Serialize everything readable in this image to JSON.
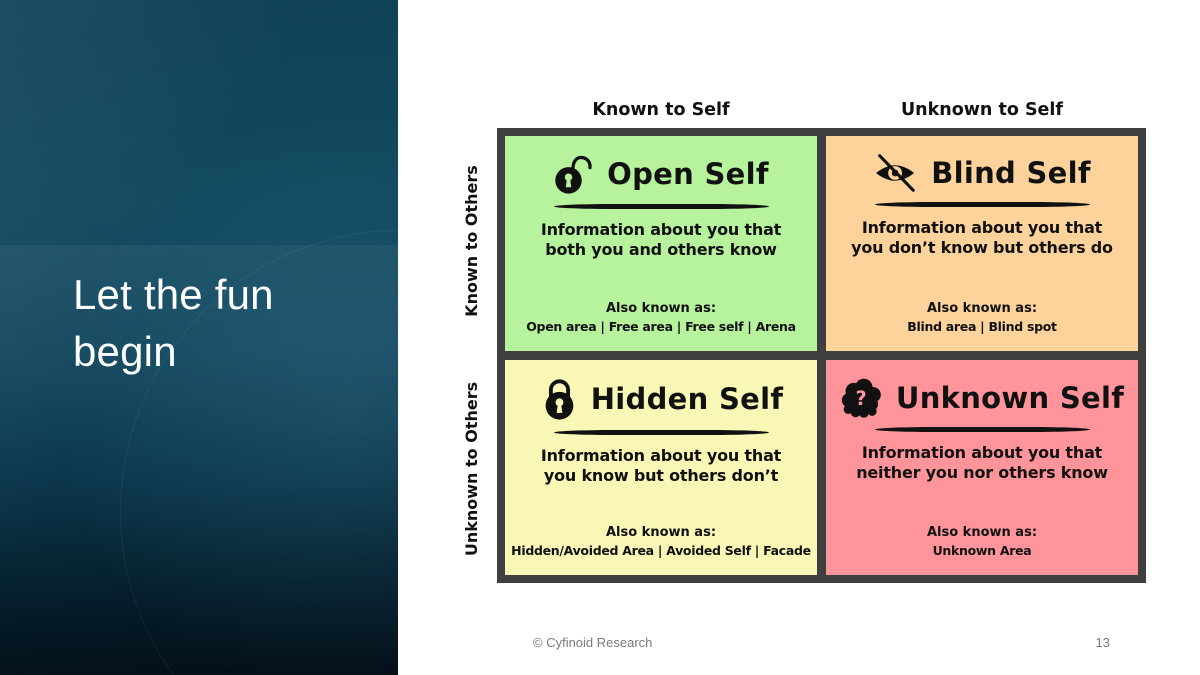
{
  "slide": {
    "title": "Let the fun begin",
    "footer_copyright": "© Cyfinoid Research",
    "page_number": "13",
    "left_panel_top_color": "#0f4257",
    "left_panel_bottom_color": "#030e16",
    "title_color": "#ffffff"
  },
  "johari": {
    "column_headers": [
      "Known to Self",
      "Unknown to Self"
    ],
    "row_headers": [
      "Known to Others",
      "Unknown to Others"
    ],
    "border_color": "#3f3f3f",
    "quadrants": [
      {
        "title": "Open Self",
        "icon": "unlocked-padlock-icon",
        "color": "#b7f29d",
        "description": "Information about you that\nboth you and others know",
        "also_known_label": "Also known as:",
        "aliases": "Open area | Free area | Free self | Arena"
      },
      {
        "title": "Blind Self",
        "icon": "eye-slash-icon",
        "color": "#fdd29b",
        "description": "Information about you that\nyou don’t know but others do",
        "also_known_label": "Also known as:",
        "aliases": "Blind area | Blind spot"
      },
      {
        "title": "Hidden Self",
        "icon": "locked-padlock-icon",
        "color": "#f8f7b5",
        "description": "Information about you that\nyou know but others don’t",
        "also_known_label": "Also known as:",
        "aliases": "Hidden/Avoided Area | Avoided Self | Facade"
      },
      {
        "title": "Unknown Self",
        "icon": "cloud-question-icon",
        "color": "#ff949a",
        "description": "Information about you that\nneither you nor others know",
        "also_known_label": "Also known as:",
        "aliases": "Unknown Area"
      }
    ]
  }
}
